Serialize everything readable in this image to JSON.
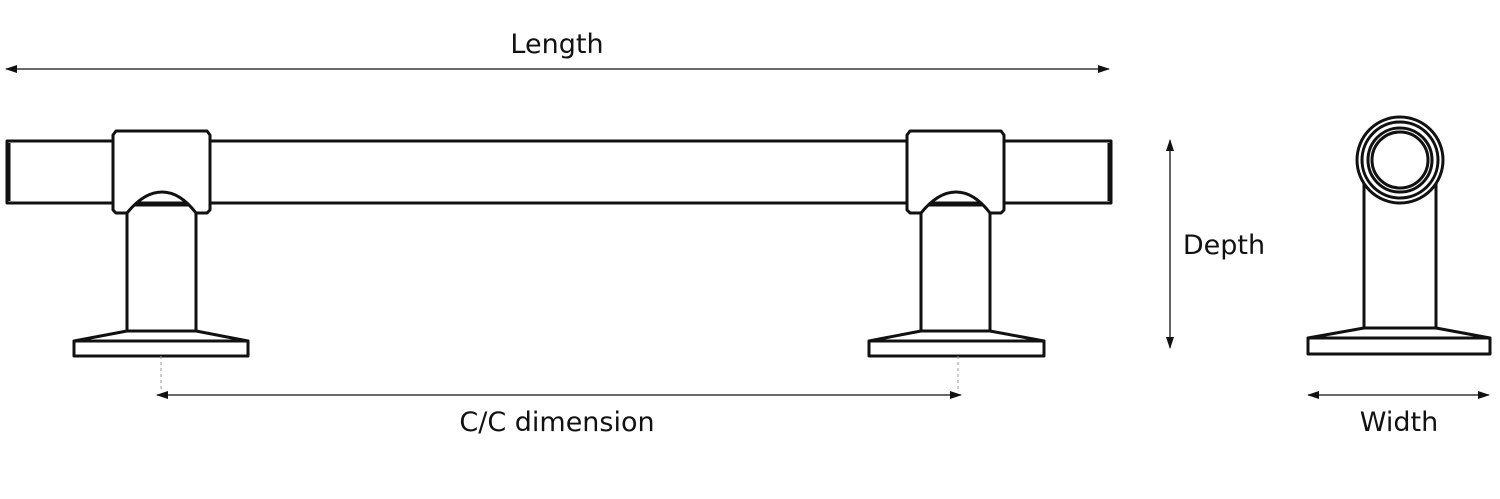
{
  "labels": {
    "length": "Length",
    "cc_dimension": "C/C dimension",
    "depth": "Depth",
    "width": "Width"
  },
  "colors": {
    "line": "#111111",
    "guide": "#999999"
  }
}
